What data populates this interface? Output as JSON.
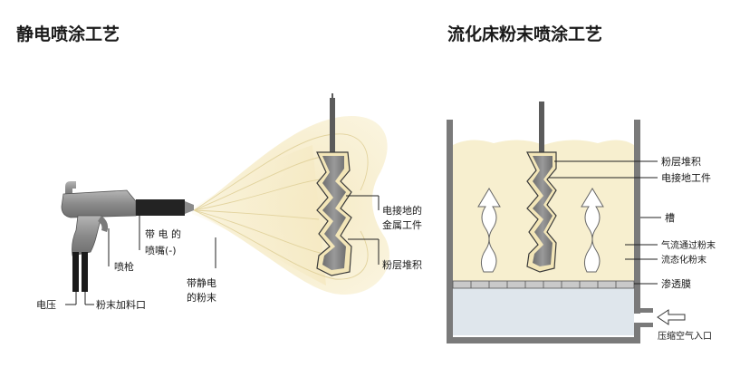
{
  "left": {
    "title": "静电喷涂工艺",
    "labels": {
      "voltage": "电压",
      "powder_inlet": "粉末加料口",
      "spray_gun": "喷枪",
      "charged_nozzle_line1": "带 电 的",
      "charged_nozzle_line2": "喷嘴(-)",
      "charged_powder_line1": "带静电",
      "charged_powder_line2": "的粉末",
      "grounded_workpiece_line1": "电接地的",
      "grounded_workpiece_line2": "金属工件",
      "powder_buildup": "粉层堆积"
    }
  },
  "right": {
    "title": "流化床粉末喷涂工艺",
    "labels": {
      "powder_buildup": "粉层堆积",
      "grounded_workpiece": "电接地工件",
      "tank": "槽",
      "air_through_powder": "气流通过粉末",
      "fluidized_powder": "流态化粉末",
      "membrane": "渗透膜",
      "compressed_air_inlet": "压缩空气入口"
    }
  },
  "colors": {
    "powder": "#f7efcf",
    "powder_deep": "#f3e6b8",
    "metal": "#7f7f7f",
    "metal_dark": "#3a3a3a",
    "gun": "#8c8c8c",
    "nozzle": "#222222",
    "line": "#1a1a1a"
  }
}
